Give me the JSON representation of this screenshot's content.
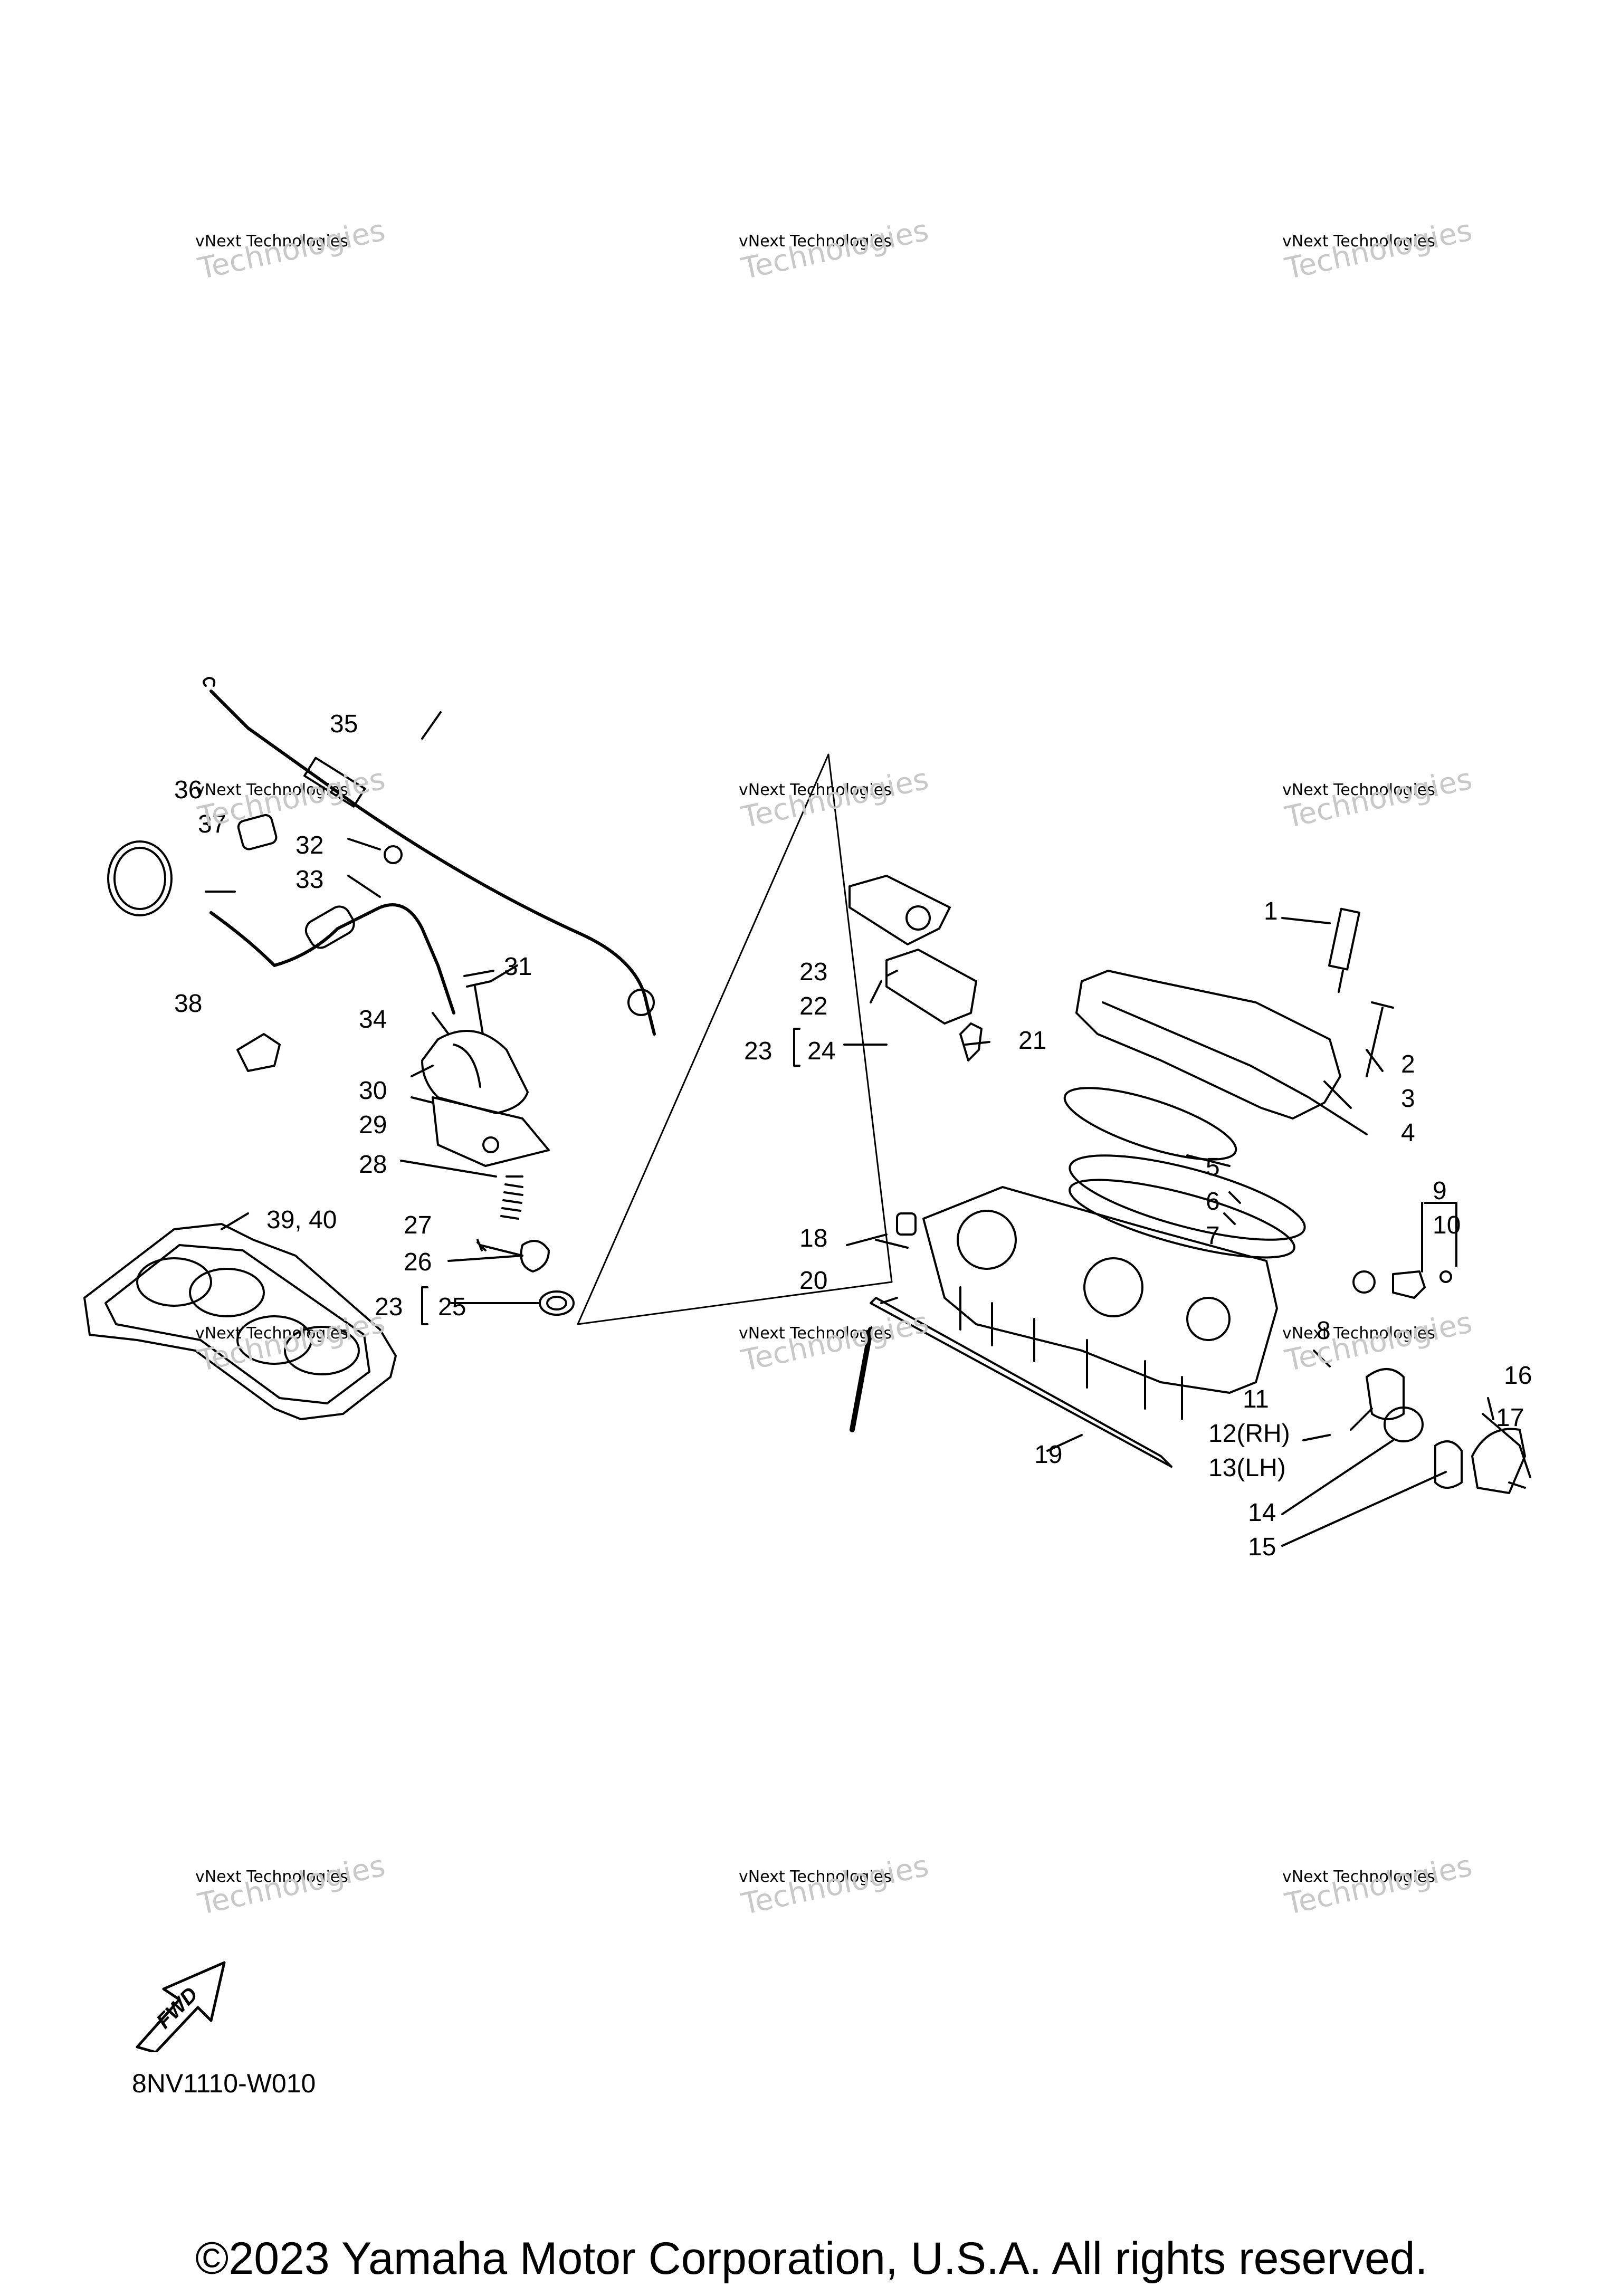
{
  "diagram": {
    "doc_id": "8NV1110-W010",
    "copyright": "©2023 Yamaha Motor Corporation, U.S.A. All rights reserved.",
    "fwd_label": "FWD",
    "watermark_text": "vNext Technologies",
    "watermark_big": "Technologies",
    "callouts": [
      "1",
      "2",
      "3",
      "4",
      "5",
      "6",
      "7",
      "8",
      "9",
      "10",
      "11",
      "12(RH)",
      "13(LH)",
      "14",
      "15",
      "16",
      "17",
      "18",
      "19",
      "20",
      "21",
      "22",
      "23",
      "23",
      "23",
      "24",
      "23",
      "25",
      "26",
      "27",
      "28",
      "29",
      "30",
      "31",
      "32",
      "33",
      "34",
      "35",
      "36",
      "37",
      "38",
      "39, 40"
    ]
  }
}
